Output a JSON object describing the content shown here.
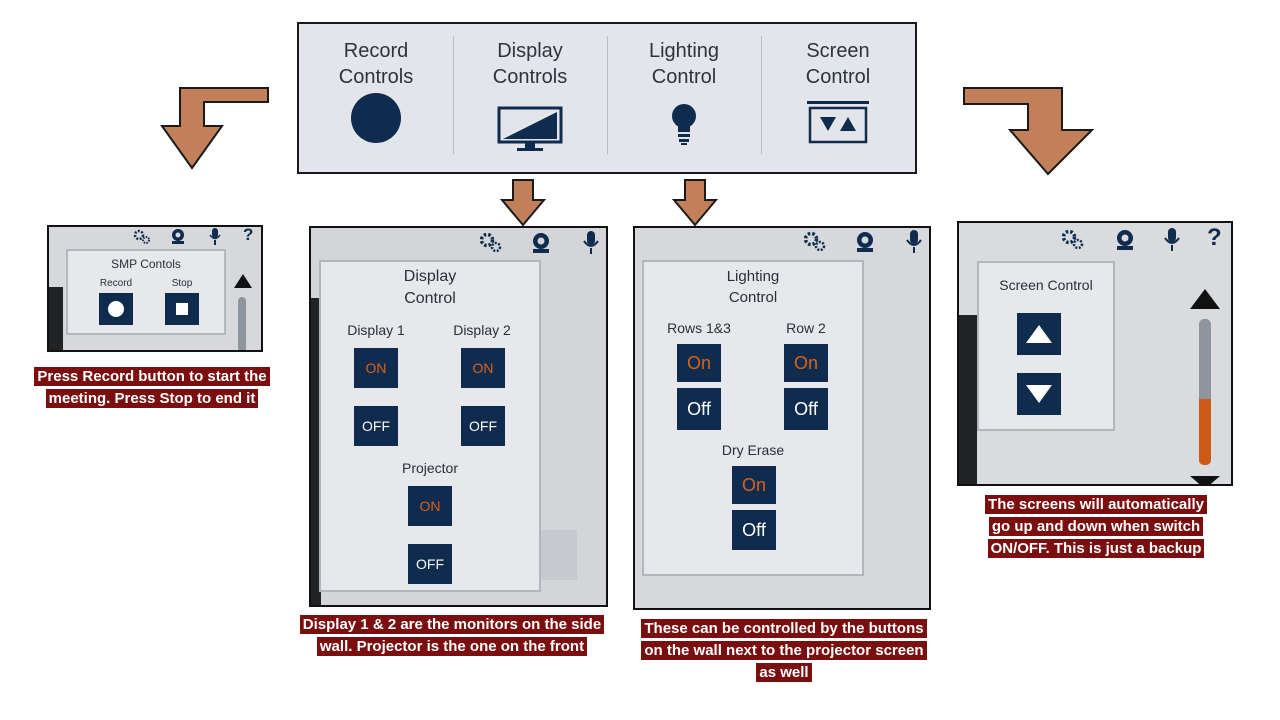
{
  "topbar": {
    "items": [
      {
        "line1": "Record",
        "line2": "Controls",
        "icon": "record-circle-icon"
      },
      {
        "line1": "Display",
        "line2": "Controls",
        "icon": "monitor-icon"
      },
      {
        "line1": "Lighting",
        "line2": "Control",
        "icon": "lightbulb-icon"
      },
      {
        "line1": "Screen",
        "line2": "Control",
        "icon": "screen-up-down-icon"
      }
    ]
  },
  "record_panel": {
    "title": "SMP Contols",
    "record_label": "Record",
    "stop_label": "Stop",
    "caption": "Press Record button to start the meeting. Press Stop to end it"
  },
  "display_panel": {
    "title_line1": "Display",
    "title_line2": "Control",
    "display1_label": "Display 1",
    "display2_label": "Display 2",
    "projector_label": "Projector",
    "on_label": "ON",
    "off_label": "OFF",
    "caption": "Display 1 & 2 are the monitors on the side wall. Projector is the one on the front"
  },
  "lighting_panel": {
    "title_line1": "Lighting",
    "title_line2": "Control",
    "rows13_label": "Rows 1&3",
    "row2_label": "Row 2",
    "dry_erase_label": "Dry Erase",
    "on_label": "On",
    "off_label": "Off",
    "caption": "These can be controlled by the buttons on the wall next to the projector screen as well"
  },
  "screen_panel": {
    "title": "Screen Control",
    "caption": "The screens will automatically go up and down when switch ON/OFF. This is just a backup",
    "volume_level": 0.45
  },
  "colors": {
    "arrow": "#c1805a",
    "button": "#0f2b4d",
    "on_text": "#d8631c",
    "caption_bg": "#7b0f0f",
    "volume_fill": "#cc5a16"
  }
}
